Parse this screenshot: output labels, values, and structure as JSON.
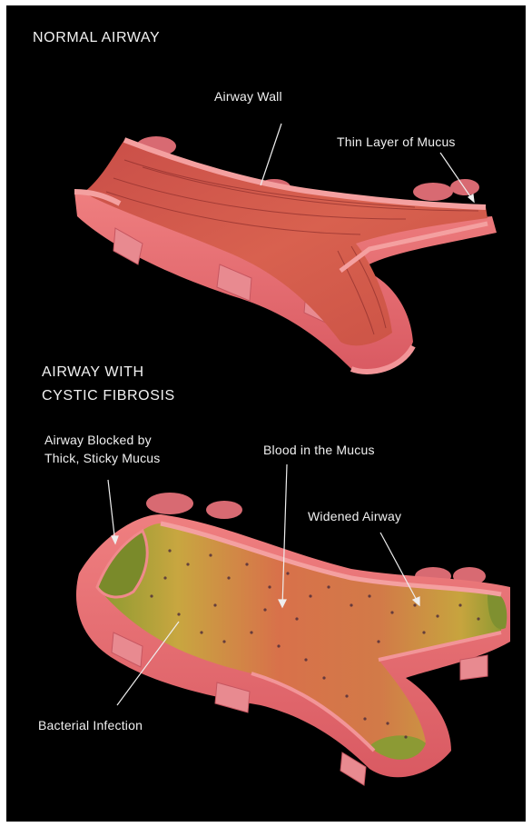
{
  "sections": {
    "normal": {
      "title": "NORMAL AIRWAY"
    },
    "cf": {
      "title_line1": "AIRWAY WITH",
      "title_line2": "CYSTIC FIBROSIS"
    }
  },
  "labels": {
    "airway_wall": "Airway Wall",
    "thin_mucus": "Thin Layer of Mucus",
    "blocked_line1": "Airway Blocked by",
    "blocked_line2": "Thick, Sticky Mucus",
    "blood": "Blood in the Mucus",
    "widened": "Widened Airway",
    "bacterial": "Bacterial Infection"
  },
  "colors": {
    "background": "#000000",
    "tissue": "#e4646c",
    "tissue_light": "#f08a8c",
    "muscle": "#d4584e",
    "mucus_yellow": "#c9a73c",
    "mucus_green": "#7a8a2a",
    "blood_dot": "#4a2a3a"
  }
}
